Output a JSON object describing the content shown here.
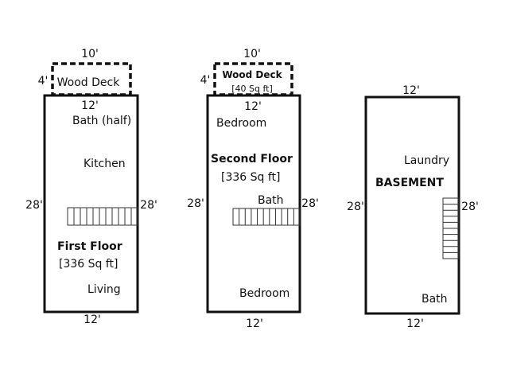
{
  "floors": [
    {
      "deck": {
        "width_label": "10'",
        "depth_label": "4'",
        "name": "Wood Deck",
        "area": ""
      },
      "top_label": "12'",
      "bottom_label": "12'",
      "left_label": "28'",
      "right_label": "28'",
      "title": "First Floor",
      "area": "[336 Sq ft]",
      "rooms": [
        "Bath (half)",
        "Kitchen",
        "Living"
      ],
      "stair_steps": 11
    },
    {
      "deck": {
        "width_label": "10'",
        "depth_label": "4'",
        "name": "Wood Deck",
        "area": "[40 Sq ft]"
      },
      "top_label": "12'",
      "bottom_label": "12'",
      "left_label": "28'",
      "right_label": "28'",
      "title": "Second Floor",
      "area": "[336 Sq ft]",
      "rooms": [
        "Bedroom",
        "Bath",
        "Bedroom"
      ],
      "stair_steps": 11
    },
    {
      "top_label": "12'",
      "bottom_label": "12'",
      "left_label": "28'",
      "right_label": "28'",
      "title": "BASEMENT",
      "rooms": [
        "Laundry",
        "Bath"
      ],
      "stair_steps": 10
    }
  ]
}
